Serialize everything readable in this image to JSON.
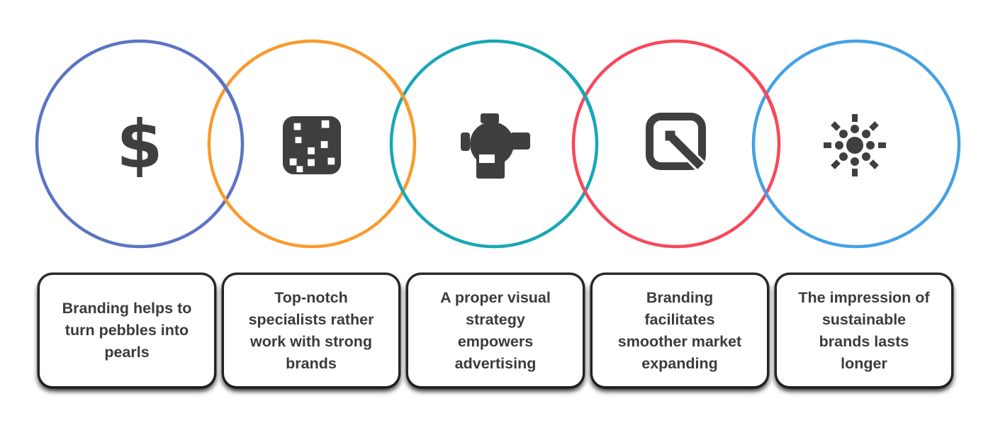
{
  "background": "#ffffff",
  "icon_color": "#3f3f3f",
  "card_style": {
    "background": "#ffffff",
    "border_color": "#1a1a1a",
    "text_color": "#3b3b3b"
  },
  "stages": [
    {
      "ring_color": "#5c73c5",
      "icon": "dollar-sign",
      "icon_glyph": "$",
      "label": "Branding helps to\nturn pebbles into\npearls"
    },
    {
      "ring_color": "#f99b2e",
      "icon": "dice-dots",
      "label": "Top-notch\nspecialists rather\nwork with strong\nbrands"
    },
    {
      "ring_color": "#18a7b6",
      "icon": "megaphone-bulb",
      "label": "A proper visual\nstrategy\nempowers\nadvertising"
    },
    {
      "ring_color": "#f8485a",
      "icon": "edit-square",
      "label": "Branding\nfacilitates\nsmoother market\nexpanding"
    },
    {
      "ring_color": "#46a1e4",
      "icon": "burst",
      "label": "The impression of\nsustainable\nbrands lasts\nlonger"
    }
  ]
}
